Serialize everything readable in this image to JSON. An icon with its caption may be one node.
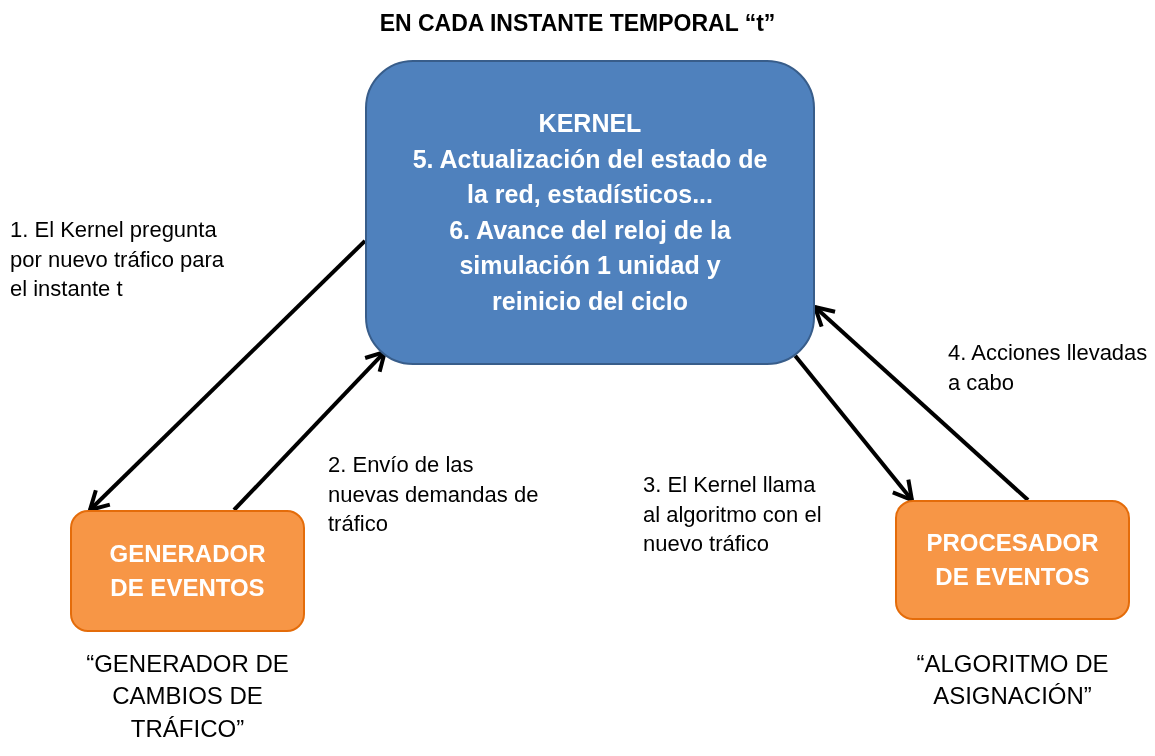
{
  "diagram": {
    "title": "EN CADA INSTANTE TEMPORAL “t”",
    "nodes": [
      {
        "text": [
          "KERNEL",
          "5. Actualización del estado de la red, estadísticos...",
          "6. Avance del reloj de la simulación 1 unidad y reinicio del ciclo"
        ]
      },
      {
        "text": [
          "GENERADOR DE EVENTOS"
        ],
        "beside": [
          "“GENERADOR DE CAMBIOS DE TRÁFICO”"
        ]
      },
      {
        "text": [
          "PROCESADOR DE EVENTOS"
        ],
        "beside": [
          "“ALGORITMO DE ASIGNACIÓN”"
        ]
      }
    ],
    "edges": [
      {
        "from": 0,
        "to": 1,
        "arrow": "to",
        "label": "1. El Kernel pregunta por nuevo tráfico para el instante t"
      },
      {
        "from": 1,
        "to": 0,
        "arrow": "to",
        "label": "2. Envío de las nuevas demandas de tráfico"
      },
      {
        "from": 0,
        "to": 2,
        "arrow": "to",
        "label": "3. El Kernel llama al algoritmo con el nuevo tráfico"
      },
      {
        "from": 2,
        "to": 0,
        "arrow": "to",
        "label": "4. Acciones llevadas a cabo"
      }
    ]
  }
}
